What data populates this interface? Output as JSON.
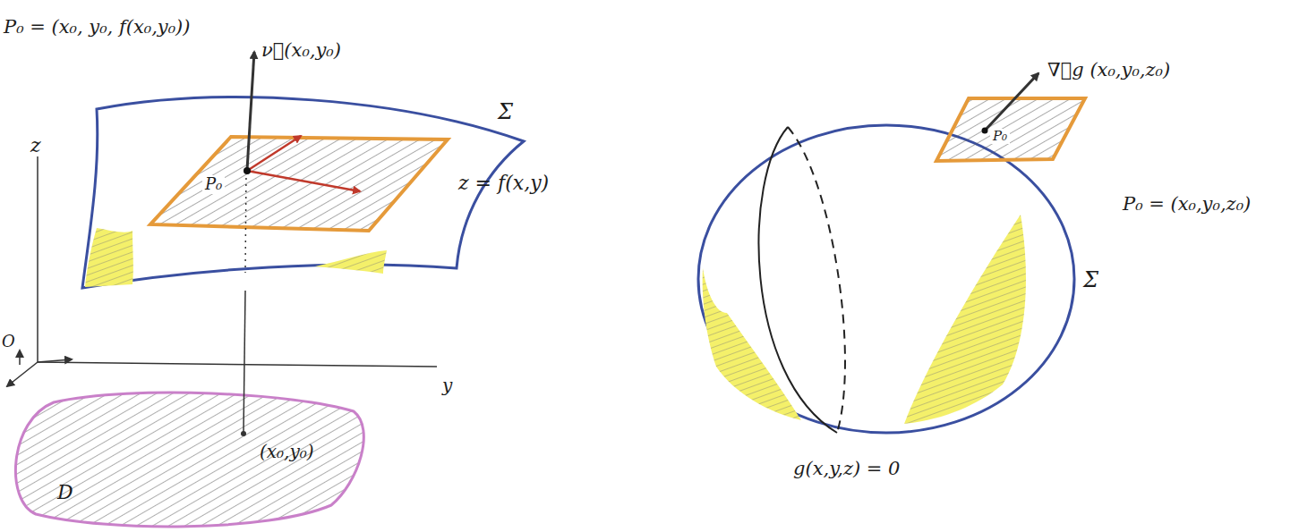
{
  "diagram": {
    "labels": [
      "P₀ = (x₀, y₀, f(x₀,y₀))",
      "ν⃗(x₀,y₀)",
      "Σ",
      "z",
      "P₀",
      "z = f(x,y)",
      "O",
      "y",
      "D",
      "(x₀,y₀)",
      "∇⃗g (x₀,y₀,z₀)",
      "P₀",
      "P₀ = (x₀,y₀,z₀)",
      "Σ",
      "g(x,y,z) = 0"
    ]
  }
}
